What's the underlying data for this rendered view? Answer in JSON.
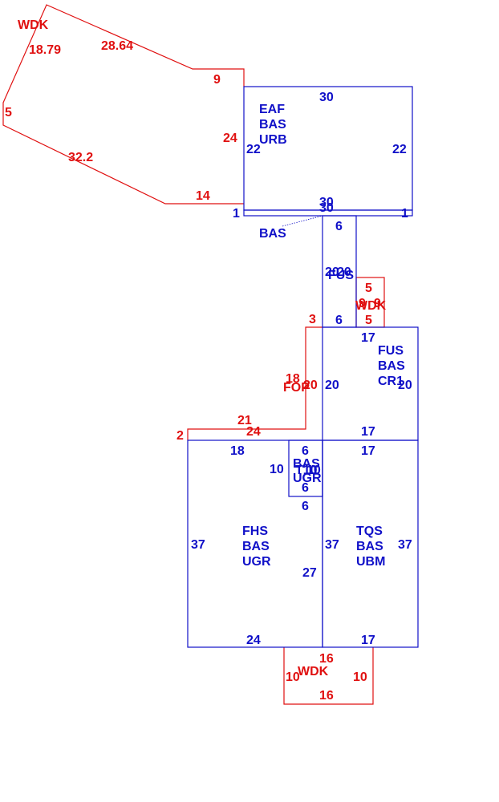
{
  "colors": {
    "building": "#1010c8",
    "exterior": "#e01010",
    "background": "#ffffff"
  },
  "areas": {
    "wdk_top": {
      "code": "WDK",
      "sides": [
        "18.79",
        "28.64",
        "9",
        "5",
        "24",
        "32.2",
        "14"
      ]
    },
    "eaf": {
      "codes": [
        "EAF",
        "BAS",
        "URB"
      ],
      "sides": [
        "30",
        "22",
        "22",
        "30",
        "30"
      ],
      "ends": [
        "1",
        "1"
      ]
    },
    "bas_label": "BAS",
    "fus_narrow": {
      "code": "FUS",
      "sides": [
        "6",
        "20",
        "20",
        "6"
      ]
    },
    "wdk_small": {
      "code": "WDK",
      "sides": [
        "5",
        "9",
        "9",
        "5"
      ]
    },
    "fop": {
      "code": "FOP",
      "sides": [
        "3",
        "18",
        "20",
        "21",
        "24",
        "2"
      ]
    },
    "fus_cr1": {
      "codes": [
        "FUS",
        "BAS",
        "CR1"
      ],
      "sides": [
        "17",
        "20",
        "20",
        "17"
      ]
    },
    "fhs": {
      "codes": [
        "FHS",
        "BAS",
        "UGR"
      ],
      "sides": [
        "18",
        "37",
        "27",
        "24"
      ]
    },
    "bas_small": {
      "codes": [
        "BAS",
        "UGR"
      ],
      "overlap": "T10",
      "sides": [
        "6",
        "10",
        "10",
        "6",
        "6"
      ]
    },
    "tqs": {
      "codes": [
        "TQS",
        "BAS",
        "UBM"
      ],
      "sides": [
        "17",
        "37",
        "37",
        "17"
      ]
    },
    "wdk_bottom": {
      "code": "WDK",
      "sides": [
        "16",
        "10",
        "10",
        "16"
      ]
    }
  }
}
